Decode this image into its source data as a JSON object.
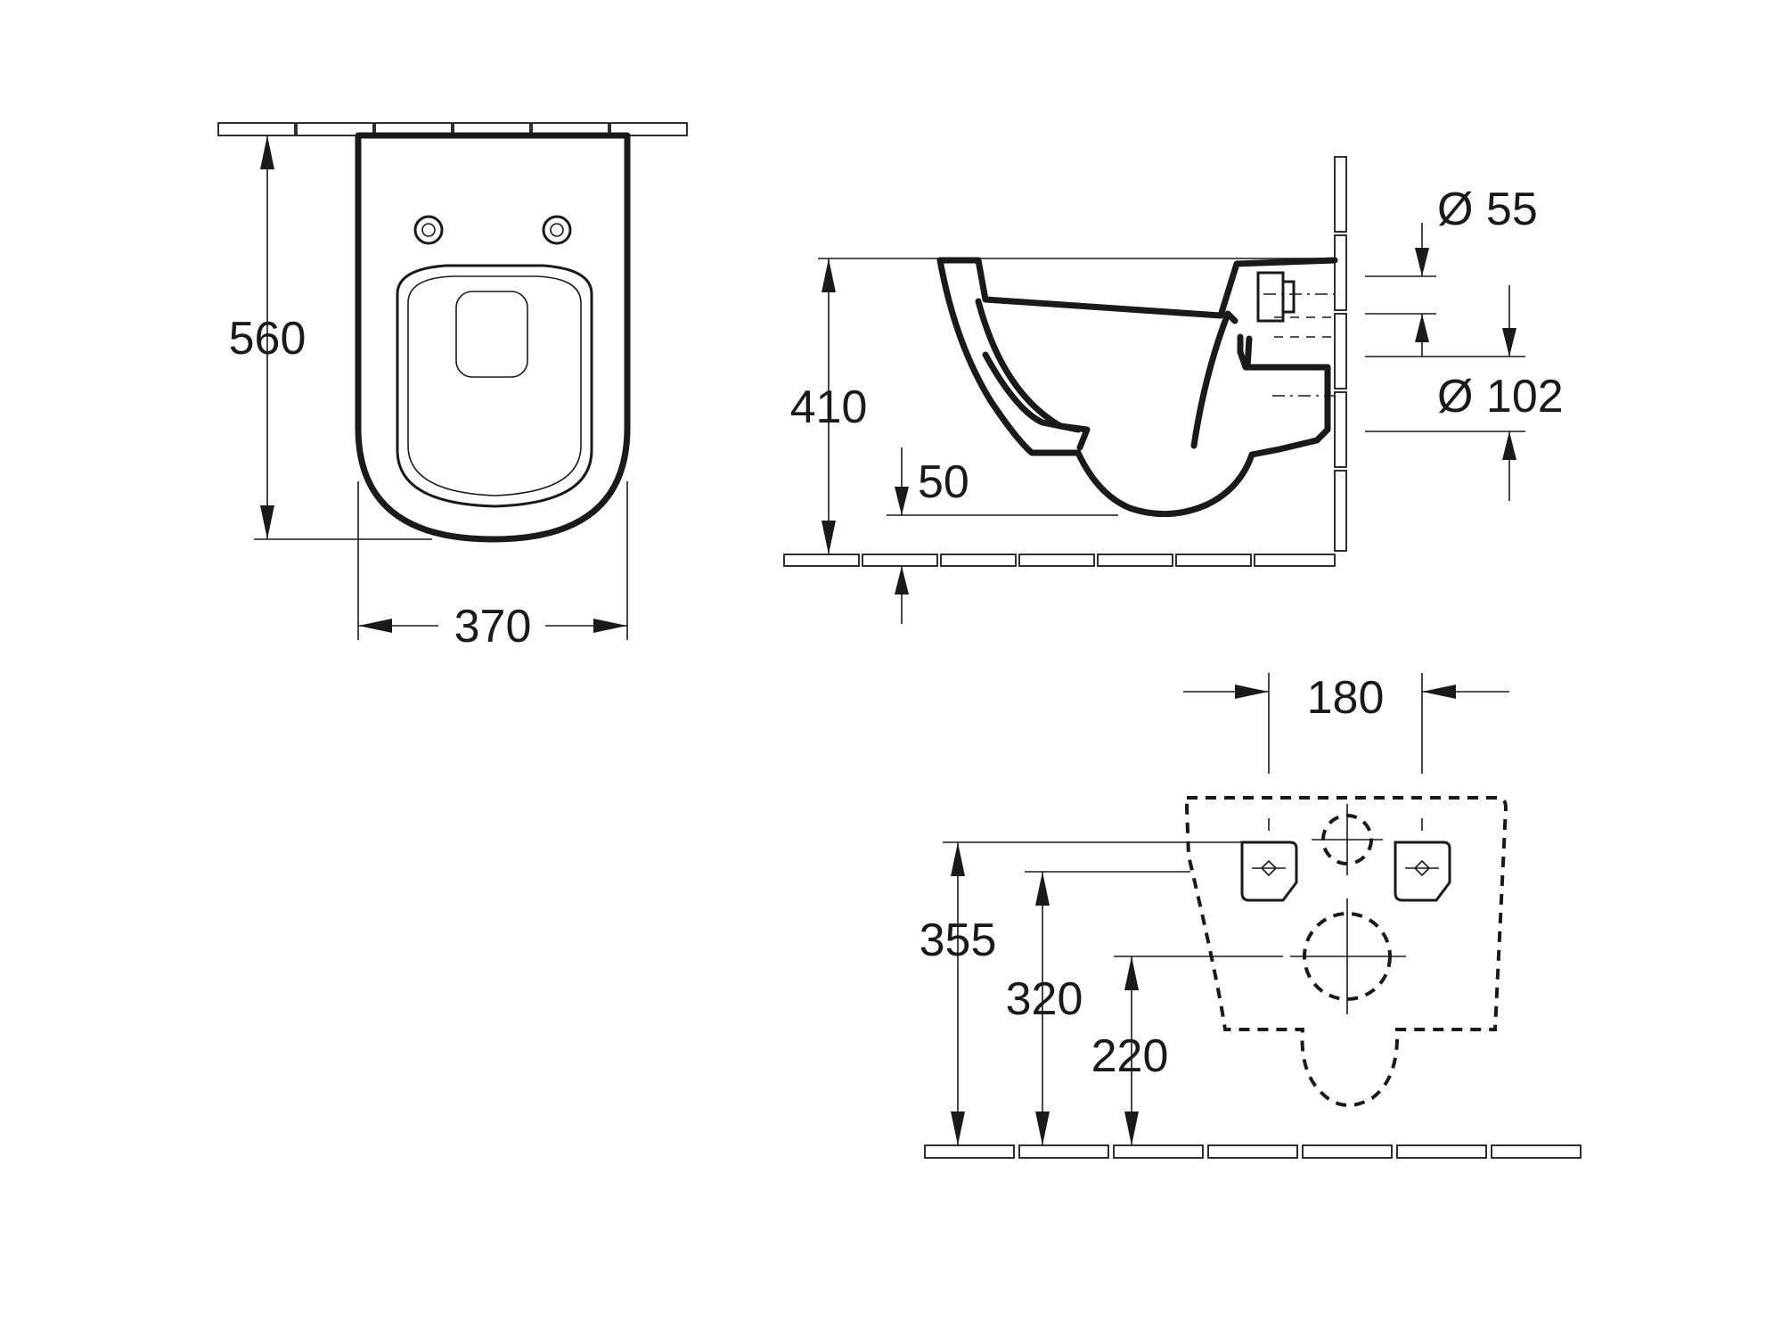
{
  "views": {
    "top": {
      "depth_label": "560",
      "width_label": "370"
    },
    "side": {
      "height_label": "410",
      "floor_gap_label": "50",
      "inlet_label": "Ø 55",
      "outlet_label": "Ø 102"
    },
    "rear": {
      "bolt_spacing_label": "180",
      "bolt_height_label": "355",
      "inlet_height_label": "320",
      "outlet_height_label": "220"
    }
  }
}
